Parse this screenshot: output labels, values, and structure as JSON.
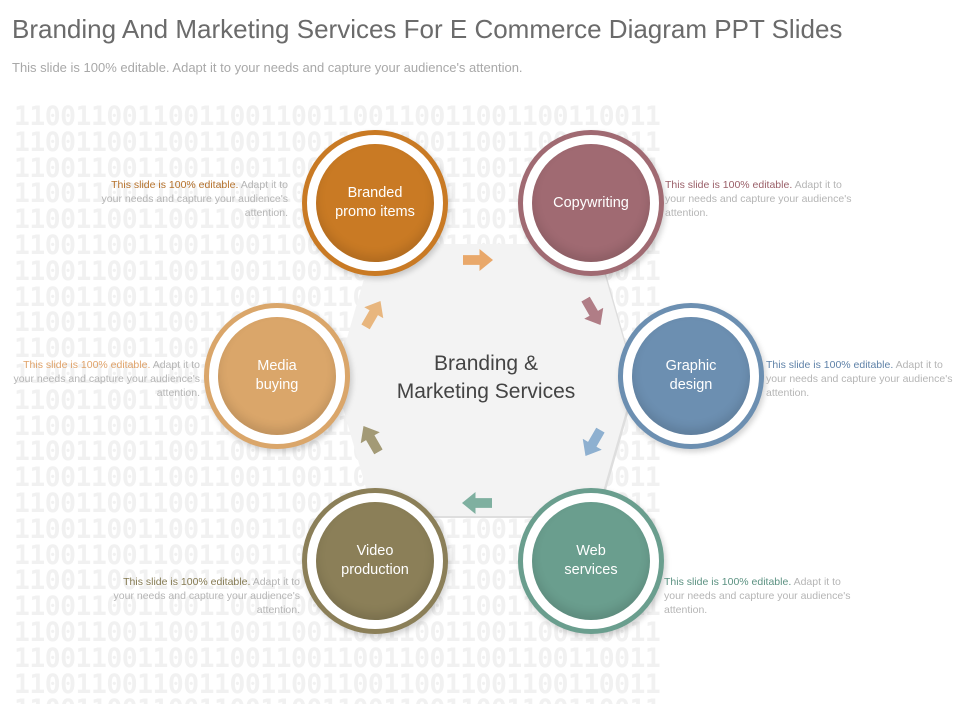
{
  "header": {
    "title": "Branding And Marketing Services For E Commerce Diagram PPT Slides",
    "subtitle": "This slide is 100% editable. Adapt it to your needs and capture your audience's attention."
  },
  "background": {
    "pattern_text": "110011001100110011001100110011001100110011"
  },
  "center": {
    "line1": "Branding &",
    "line2": "Marketing Services"
  },
  "nodes": [
    {
      "line1": "Branded",
      "line2": "promo items",
      "color": "#c97a24",
      "ring": "#c97a24"
    },
    {
      "line1": "Copywriting",
      "line2": "",
      "color": "#a06a72",
      "ring": "#a06a72"
    },
    {
      "line1": "Graphic",
      "line2": "design",
      "color": "#6c8fb1",
      "ring": "#6c8fb1"
    },
    {
      "line1": "Web",
      "line2": "services",
      "color": "#6a9e8e",
      "ring": "#6a9e8e"
    },
    {
      "line1": "Video",
      "line2": "production",
      "color": "#8b7f58",
      "ring": "#8b7f58"
    },
    {
      "line1": "Media",
      "line2": "buying",
      "color": "#daa66a",
      "ring": "#daa66a"
    }
  ],
  "notes": [
    {
      "lead": "This slide is 100% editable.",
      "rest": " Adapt it to your needs and capture your audience's attention.",
      "lead_color": "#b5712b"
    },
    {
      "lead": "This slide is 100% editable.",
      "rest": " Adapt it to your needs and capture your audience's attention.",
      "lead_color": "#9a5f68"
    },
    {
      "lead": "This slide is 100% editable.",
      "rest": " Adapt it to your needs and capture your audience's attention.",
      "lead_color": "#5f82a8"
    },
    {
      "lead": "This slide is 100% editable.",
      "rest": " Adapt it to your needs and capture your audience's attention.",
      "lead_color": "#5c9282"
    },
    {
      "lead": "This slide is 100% editable.",
      "rest": " Adapt it to your needs and capture your audience's attention.",
      "lead_color": "#857a52"
    },
    {
      "lead": "This slide is 100% editable.",
      "rest": " Adapt it to your needs and capture your audience's attention.",
      "lead_color": "#e0a36a"
    }
  ],
  "arrows": [
    {
      "icon": "arrow-right-icon",
      "color": "#e9a86a"
    },
    {
      "icon": "arrow-down-right-icon",
      "color": "#b07d86"
    },
    {
      "icon": "arrow-down-left-icon",
      "color": "#8eb0d0"
    },
    {
      "icon": "arrow-left-icon",
      "color": "#7fb0a0"
    },
    {
      "icon": "arrow-up-left-icon",
      "color": "#a39a76"
    },
    {
      "icon": "arrow-up-right-icon",
      "color": "#e8b67e"
    }
  ]
}
